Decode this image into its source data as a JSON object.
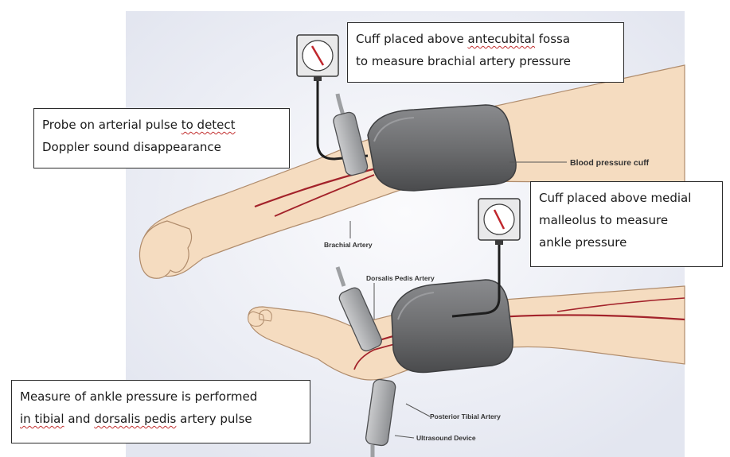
{
  "callouts": {
    "brachial_cuff": {
      "line1_pre": "Cuff placed above ",
      "line1_mark": "antecubital",
      "line1_post": " fossa",
      "line2": "to measure brachial artery pressure"
    },
    "probe": {
      "line1_pre": "Probe on arterial pulse ",
      "line1_mark": "to  detect",
      "line2": "Doppler sound disappearance"
    },
    "ankle_cuff": {
      "line1": "Cuff placed above medial",
      "line2": "malleolus to measure",
      "line3": "ankle pressure"
    },
    "measure": {
      "line1": "Measure of ankle pressure is performed",
      "line2_mark1": "in  tibial",
      "line2_mid": " and ",
      "line2_mark2": "dorsalis pedis",
      "line2_post": " artery pulse"
    }
  },
  "labels": {
    "blood_pressure_cuff": "Blood pressure cuff",
    "brachial_artery": "Brachial Artery",
    "dorsalis_pedis_artery": "Dorsalis Pedis Artery",
    "posterior_tibial_artery": "Posterior Tibial Artery",
    "ultrasound_device": "Ultrasound Device"
  },
  "colors": {
    "panel_bg": "#eef0f6",
    "skin": "#f5dcc0",
    "skin_outline": "#b08c6c",
    "cuff": "#6d6e70",
    "cuff_dark": "#4a4b4d",
    "artery": "#a3222a",
    "probe": "#9ea0a3",
    "gauge_needle": "#c0272d",
    "cable": "#1e1e1e"
  },
  "icons": [
    "pressure-gauge-icon",
    "doppler-probe-icon"
  ]
}
